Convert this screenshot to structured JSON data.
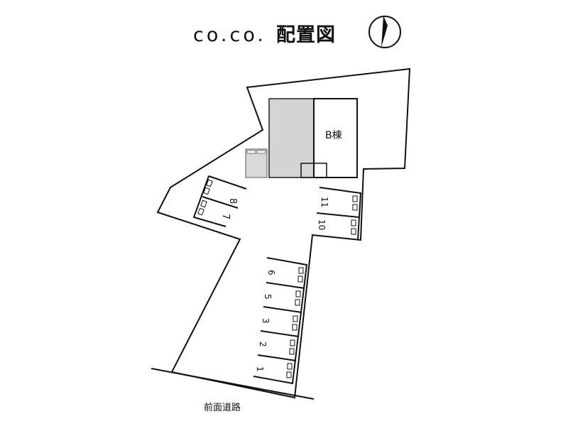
{
  "title": {
    "name": "co.co.",
    "suffix": "配置図"
  },
  "building": {
    "label": "B棟"
  },
  "road": {
    "label": "前面道路"
  },
  "parking": {
    "upper_left": [
      "8",
      "7"
    ],
    "upper_right": [
      "11",
      "10"
    ],
    "lower": [
      "6",
      "5",
      "3",
      "2",
      "1"
    ]
  }
}
